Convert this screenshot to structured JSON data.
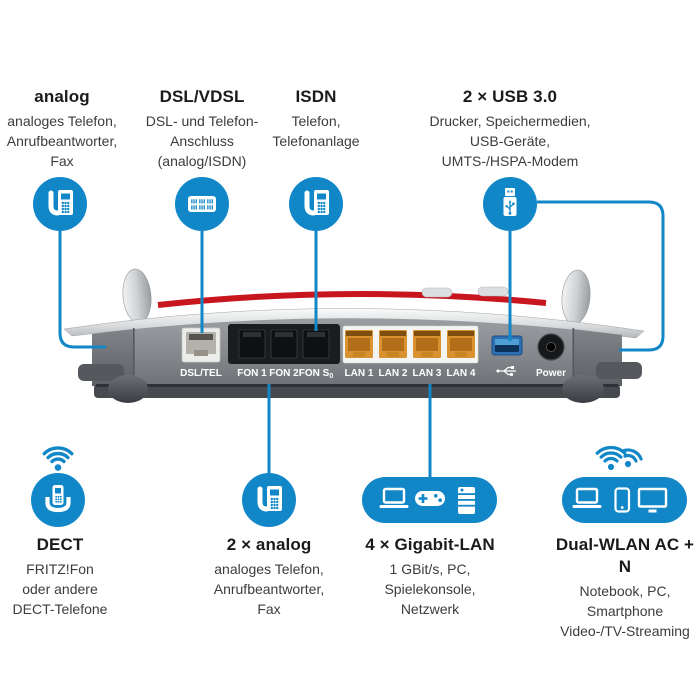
{
  "colors": {
    "accent_blue": "#1187c8",
    "router_red": "#c8161f",
    "lan_orange": "#d9922f",
    "body_gray": "#8b8e92"
  },
  "top_items": [
    {
      "id": "analog",
      "title": "analog",
      "icon": "desk-phone-icon",
      "lines": [
        "analoges Telefon,",
        "Anrufbeantworter,",
        "Fax"
      ]
    },
    {
      "id": "dsl-vdsl",
      "title": "DSL/VDSL",
      "icon": "dsl-connector-icon",
      "lines": [
        "DSL- und Telefon-",
        "Anschluss",
        "(analog/ISDN)"
      ]
    },
    {
      "id": "isdn",
      "title": "ISDN",
      "icon": "desk-phone-icon",
      "lines": [
        "Telefon,",
        "Telefonanlage"
      ]
    },
    {
      "id": "usb",
      "title": "2 × USB 3.0",
      "icon": "usb-stick-icon",
      "lines": [
        "Drucker, Speichermedien,",
        "USB-Geräte,",
        "UMTS-/HSPA-Modem"
      ]
    }
  ],
  "bottom_items": [
    {
      "id": "dect",
      "title": "DECT",
      "icon": "cordless-phone-icon",
      "lines": [
        "FRITZ!Fon",
        "oder andere",
        "DECT-Telefone"
      ]
    },
    {
      "id": "analog2",
      "title": "2 × analog",
      "icon": "desk-phone-icon",
      "lines": [
        "analoges Telefon,",
        "Anrufbeantworter,",
        "Fax"
      ]
    },
    {
      "id": "gigabit-lan",
      "title": "4 × Gigabit-LAN",
      "icon": "laptop-controller-server-icon",
      "lines": [
        "1 GBit/s, PC,",
        "Spielekonsole,",
        "Netzwerk"
      ]
    },
    {
      "id": "dual-wlan",
      "title": "Dual-WLAN AC + N",
      "icon": "laptop-phone-tv-icon",
      "lines": [
        "Notebook, PC,",
        "Smartphone",
        "Video-/TV-Streaming"
      ]
    }
  ],
  "router": {
    "ports": {
      "dsl_label": "DSL/TEL",
      "fon1_label": "FON 1",
      "fon2_label": "FON 2",
      "fons_label": "FON S",
      "fons_sub": "0",
      "lan_labels": [
        "LAN 1",
        "LAN 2",
        "LAN 3",
        "LAN 4"
      ],
      "power_label": "Power"
    }
  }
}
